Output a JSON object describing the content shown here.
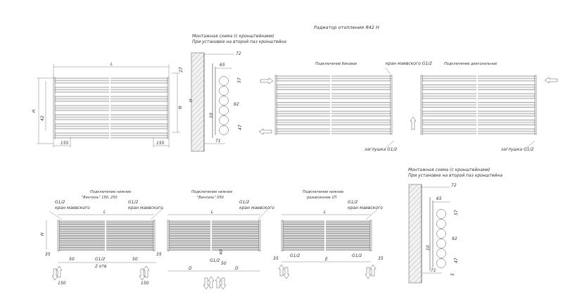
{
  "title": "Радиатор отопления Я42 Н",
  "mount_scheme_top": {
    "line1": "Монтажная схема (с кронштейнами)",
    "line2": "При установке на второй паз кронштейна",
    "dims": {
      "d72": "72",
      "d65": "65",
      "d57": "57",
      "d92": "92",
      "d10": "10",
      "d47": "47",
      "d71": "71",
      "h": "H"
    }
  },
  "mount_scheme_bottom": {
    "line1": "Монтажная схема (с кронштейнами)",
    "line2": "При установке на второй паз кронштейна",
    "dims": {
      "d72": "72",
      "d65": "65",
      "d57": "57",
      "d92": "92",
      "d10": "10",
      "d47": "47",
      "d71": "71",
      "d5": "5"
    }
  },
  "front_view": {
    "L": "L",
    "H": "H",
    "d42": "42",
    "d27": "27",
    "d155a": "155",
    "d155b": "155",
    "N": "N"
  },
  "connection_side": {
    "label": "Подключение боковое",
    "valve": "кран маевского G1/2",
    "plug": "заглушка G1/2"
  },
  "connection_diagonal": {
    "label": "Подключение диагональное",
    "plug": "заглушка G1/2"
  },
  "bottom_a": {
    "label1": "Подключение нижнее",
    "label2": "\"Вентиль\" 150, 250",
    "g12_left": "G1/2",
    "valve_left": "кран маевского",
    "g12_right": "G1/2",
    "valve_right": "кран маевского",
    "L": "L",
    "H": "H",
    "d35a": "35",
    "d50a": "50",
    "g12_bottom": "G1/2",
    "holes": "2 отв",
    "d50b": "50",
    "d35b": "35",
    "n150a": "150",
    "n150b": "150"
  },
  "bottom_b": {
    "label1": "Подключение нижнее",
    "label2": "\"Вентиль\" 050",
    "g12": "G1/2",
    "valve": "кран маевского",
    "L": "L",
    "g12_bottom": "G1/2",
    "d40": "40",
    "d50": "50",
    "D1": "D",
    "D2": "D"
  },
  "bottom_c": {
    "label1": "Подключение нижнее",
    "label2": "разнесенное 1П",
    "g12": "G1/2",
    "valve": "кран маевского",
    "L": "L",
    "d35a": "35",
    "g12_a": "G1/2",
    "g12_b": "G1/2",
    "E": "E",
    "d35b": "35"
  }
}
